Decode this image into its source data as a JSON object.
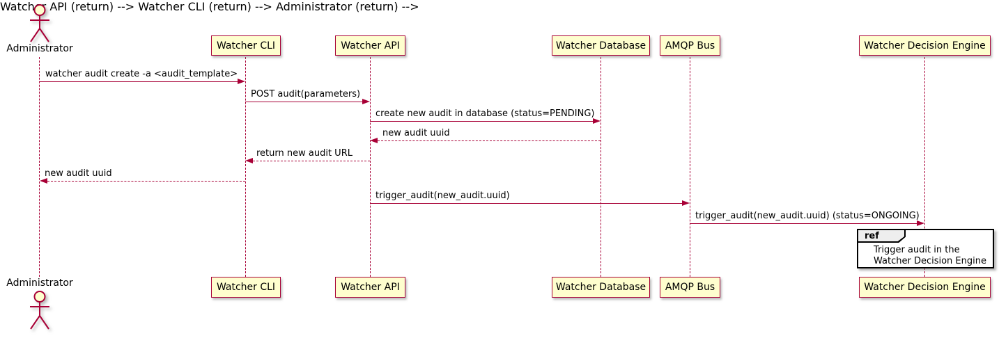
{
  "diagram_type": "sequence",
  "colors": {
    "participant_fill": "#FEFECE",
    "participant_border": "#A80036",
    "line": "#A80036",
    "text": "#000000",
    "ref_border": "#000000",
    "ref_header_fill": "#EEEEEE"
  },
  "actors": {
    "top_label": "Administrator",
    "bottom_label": "Administrator"
  },
  "participants": [
    {
      "label": "Watcher CLI"
    },
    {
      "label": "Watcher API"
    },
    {
      "label": "Watcher Database"
    },
    {
      "label": "AMQP Bus"
    },
    {
      "label": "Watcher Decision Engine"
    }
  ],
  "messages": [
    {
      "text": "watcher audit create -a <audit_template>",
      "from": "Administrator",
      "to": "Watcher CLI",
      "style": "solid"
    },
    {
      "text": "POST audit(parameters)",
      "from": "Watcher CLI",
      "to": "Watcher API",
      "style": "solid"
    },
    {
      "text": "create new audit in database (status=PENDING)",
      "from": "Watcher API",
      "to": "Watcher Database",
      "style": "solid"
    },
    {
      "text": "new audit uuid",
      "from": "Watcher Database",
      "to": "Watcher API",
      "style": "dashed"
    },
    {
      "text": "return new audit URL",
      "from": "Watcher API",
      "to": "Watcher CLI",
      "style": "dashed"
    },
    {
      "text": "new audit uuid",
      "from": "Watcher CLI",
      "to": "Administrator",
      "style": "dashed"
    },
    {
      "text": "trigger_audit(new_audit.uuid)",
      "from": "Watcher API",
      "to": "AMQP Bus",
      "style": "solid"
    },
    {
      "text": "trigger_audit(new_audit.uuid) (status=ONGOING)",
      "from": "AMQP Bus",
      "to": "Watcher Decision Engine",
      "style": "solid"
    }
  ],
  "ref_box": {
    "keyword": "ref",
    "over": "Watcher Decision Engine",
    "line1": "Trigger audit in the",
    "line2": "Watcher Decision Engine"
  }
}
